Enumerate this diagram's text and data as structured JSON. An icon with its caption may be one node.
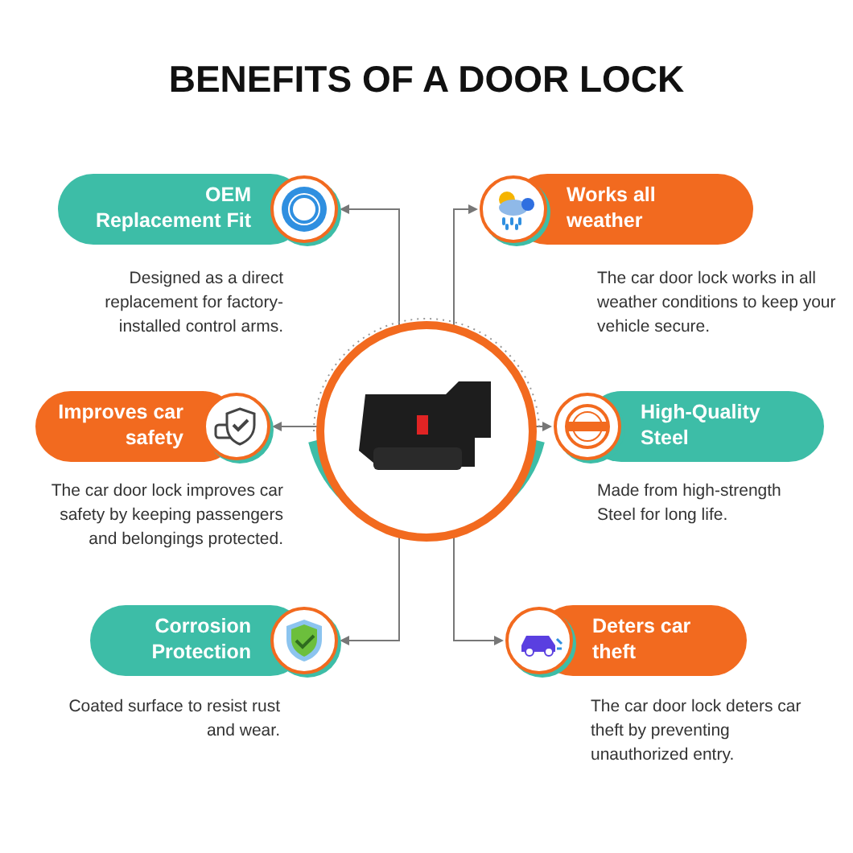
{
  "diagram": {
    "title": "BENEFITS OF A DOOR LOCK",
    "nodes": [
      {
        "text": [],
        "shape": "picture"
      },
      {
        "text": [
          "OEM Replacement Fit"
        ],
        "beside": [
          "Designed as a direct replacement for factory-installed control arms."
        ]
      },
      {
        "text": [
          "Works all weather"
        ],
        "beside": [
          "The car door lock works in all weather conditions to keep your vehicle secure."
        ]
      },
      {
        "text": [
          "Improves car safety"
        ],
        "beside": [
          "The car door lock improves car safety by keeping passengers and belongings protected."
        ]
      },
      {
        "text": [
          "High-Quality Steel"
        ],
        "beside": [
          "Made from high-strength Steel for long life."
        ]
      },
      {
        "text": [
          "Corrosion Protection"
        ],
        "beside": [
          "Coated surface to resist rust and wear."
        ]
      },
      {
        "text": [
          "Deters car theft"
        ],
        "beside": [
          "The car door lock deters car theft by preventing unauthorized entry."
        ]
      }
    ],
    "edges": [
      {
        "from": 0,
        "to": 1,
        "arrow": "to"
      },
      {
        "from": 0,
        "to": 2,
        "arrow": "to"
      },
      {
        "from": 0,
        "to": 3,
        "arrow": "to"
      },
      {
        "from": 0,
        "to": 4,
        "arrow": "to"
      },
      {
        "from": 0,
        "to": 5,
        "arrow": "to"
      },
      {
        "from": 0,
        "to": 6,
        "arrow": "to"
      }
    ]
  }
}
